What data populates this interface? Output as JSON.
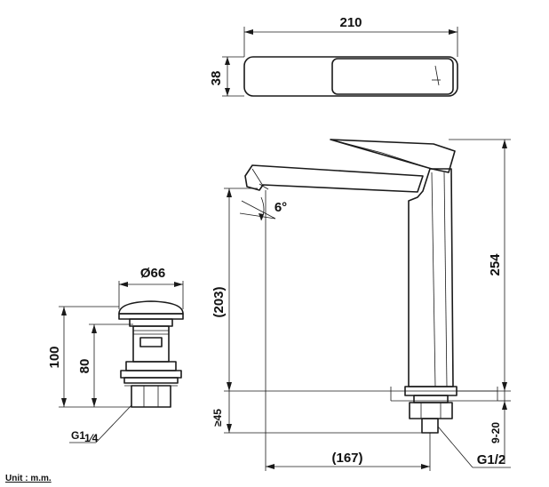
{
  "dimensions": {
    "top_width": "210",
    "top_depth": "38",
    "drain_diameter": "Ø66",
    "drain_height": "100",
    "drain_body_height": "80",
    "drain_thread": "G1",
    "drain_thread_fraction": "1⁄4",
    "spout_angle": "6°",
    "spout_height": "(203)",
    "total_height": "254",
    "min_clearance": "≥45",
    "mount_thickness": "9-20",
    "reach": "(167)",
    "inlet_thread": "G1/2"
  },
  "unit_label": "Unit : m.m."
}
